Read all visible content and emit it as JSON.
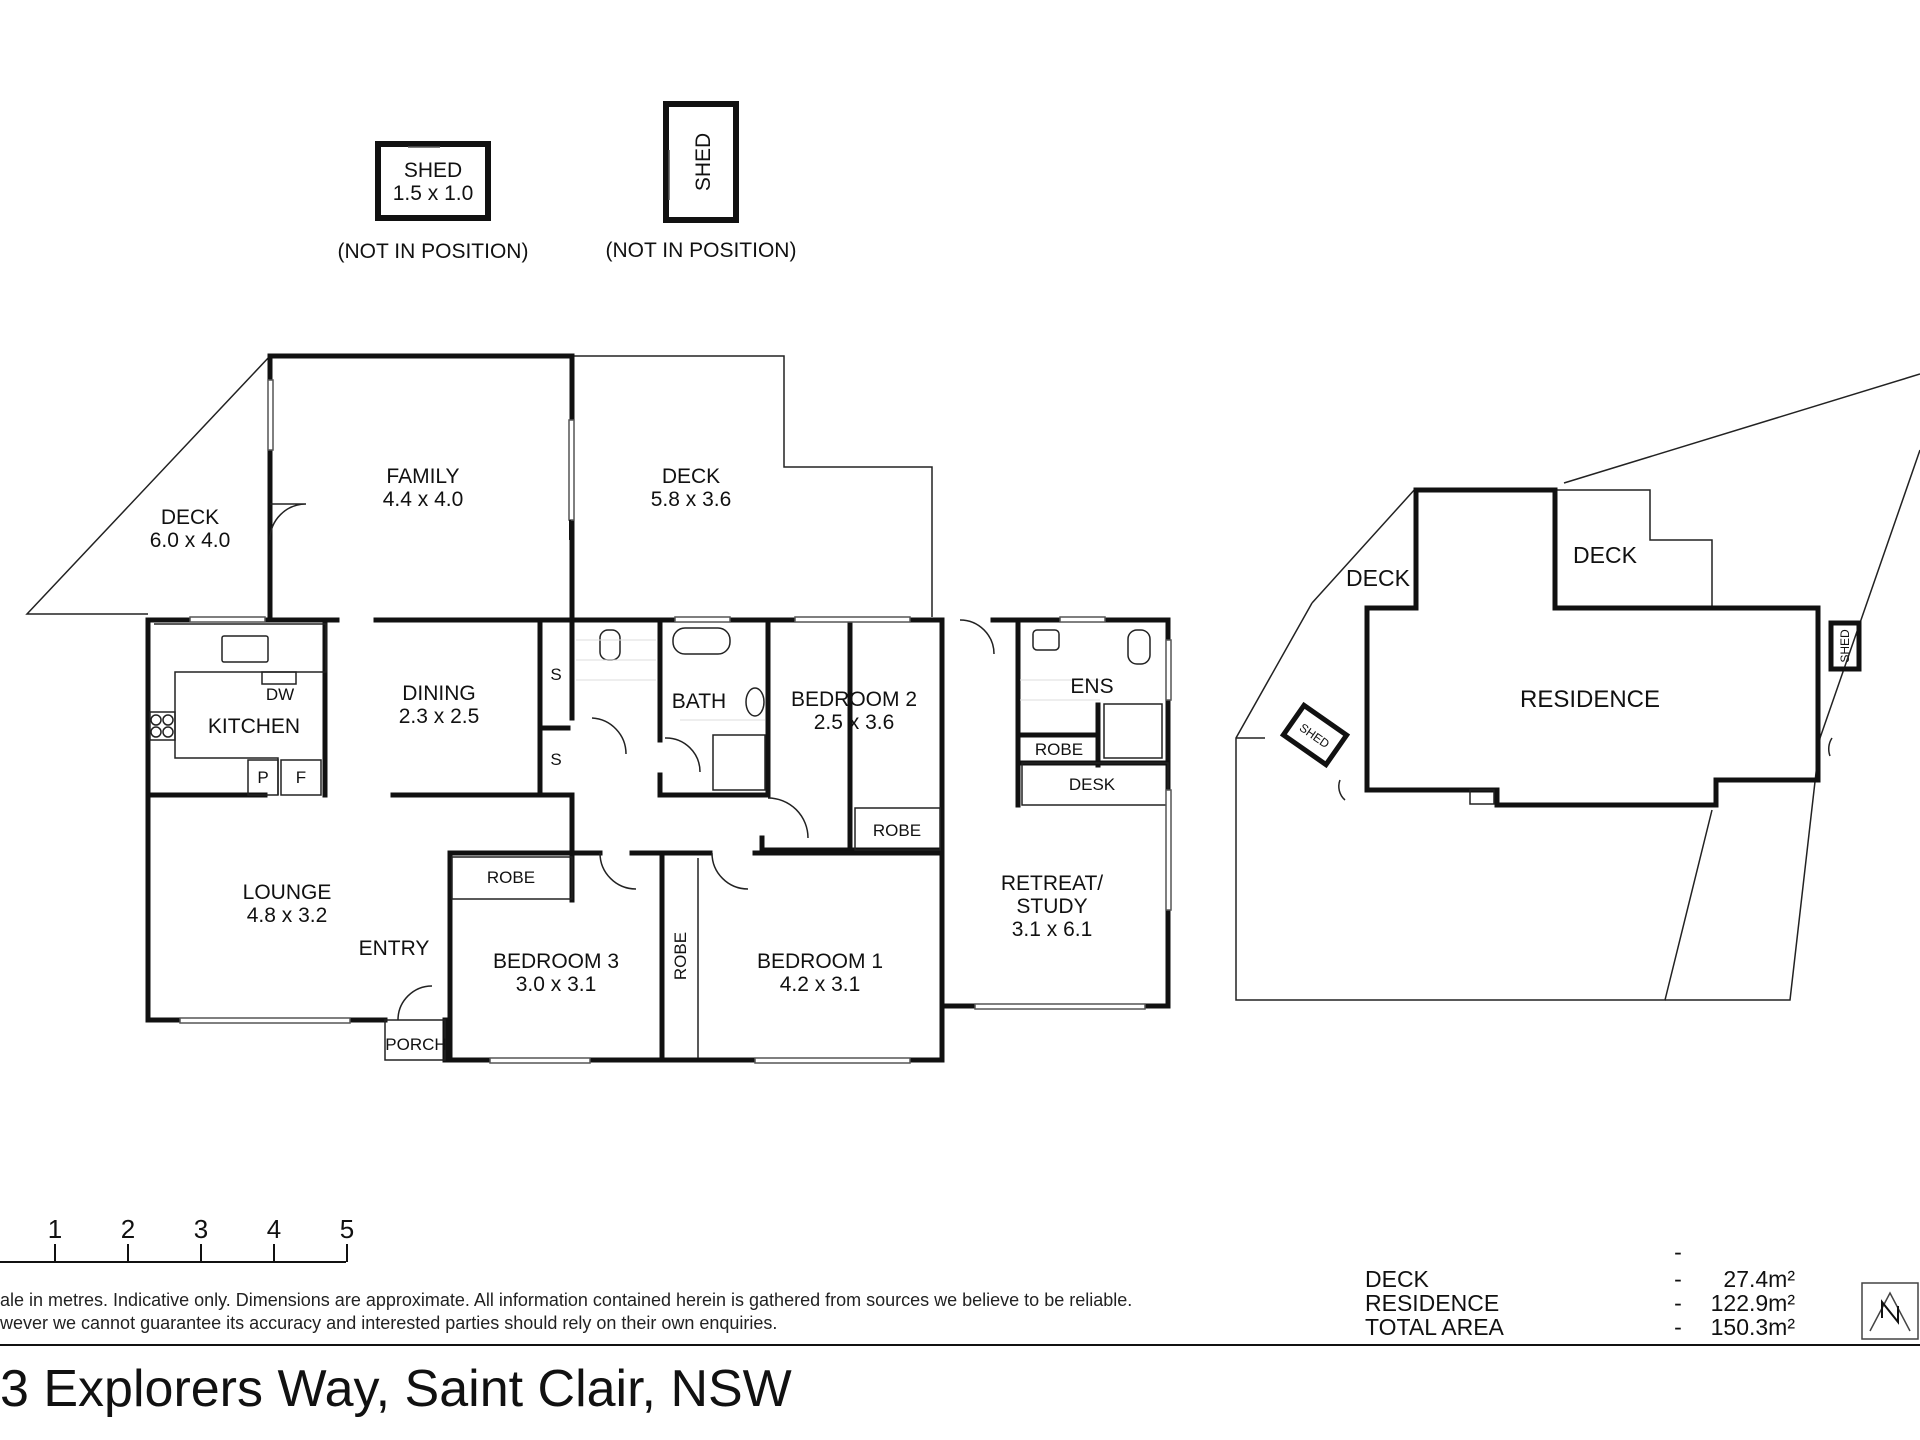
{
  "sheds": [
    {
      "name": "SHED",
      "dims": "1.5 x 1.0",
      "note": "(NOT IN POSITION)"
    },
    {
      "name": "SHED",
      "note": "(NOT IN POSITION)"
    }
  ],
  "rooms": {
    "family": {
      "name": "FAMILY",
      "dims": "4.4 x 4.0"
    },
    "deck_rear": {
      "name": "DECK",
      "dims": "5.8 x 3.6"
    },
    "deck_side": {
      "name": "DECK",
      "dims": "6.0 x 4.0"
    },
    "kitchen": {
      "name": "KITCHEN",
      "dw": "DW",
      "p": "P",
      "f": "F"
    },
    "dining": {
      "name": "DINING",
      "dims": "2.3 x 2.5"
    },
    "storage": "S",
    "bath": {
      "name": "BATH"
    },
    "bedroom2": {
      "name": "BEDROOM 2",
      "dims": "2.5 x 3.6"
    },
    "robe": "ROBE",
    "ens": {
      "name": "ENS"
    },
    "desk": "DESK",
    "retreat": {
      "line1": "RETREAT/",
      "line2": "STUDY",
      "dims": "3.1 x 6.1"
    },
    "lounge": {
      "name": "LOUNGE",
      "dims": "4.8 x 3.2"
    },
    "entry": "ENTRY",
    "porch": "PORCH",
    "bedroom3": {
      "name": "BEDROOM 3",
      "dims": "3.0 x 3.1"
    },
    "bedroom1": {
      "name": "BEDROOM 1",
      "dims": "4.2 x 3.1"
    }
  },
  "site": {
    "deck": "DECK",
    "residence": "RESIDENCE",
    "shed": "SHED"
  },
  "scale": {
    "ticks": [
      "1",
      "2",
      "3",
      "4",
      "5"
    ]
  },
  "disclaimer": {
    "line1": "ale in metres. Indicative only. Dimensions are approximate. All information contained herein is gathered from sources we believe to be reliable.",
    "line2": "wever we cannot guarantee its accuracy and interested parties should rely on their own enquiries."
  },
  "areas": {
    "dash": "-",
    "rows": [
      {
        "label": "DECK",
        "value": "27.4m²"
      },
      {
        "label": "RESIDENCE",
        "value": "122.9m²"
      },
      {
        "label": "TOTAL AREA",
        "value": "150.3m²"
      }
    ]
  },
  "address": "3 Explorers Way, Saint Clair, NSW"
}
